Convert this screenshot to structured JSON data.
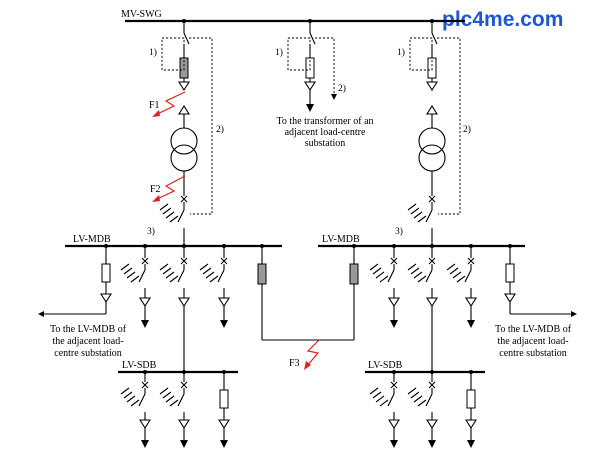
{
  "watermark": "plc4me.com",
  "labels": {
    "mv_swg": "MV-SWG",
    "lv_mdb_left": "LV-MDB",
    "lv_mdb_right": "LV-MDB",
    "lv_sdb_left": "LV-SDB",
    "lv_sdb_right": "LV-SDB",
    "f1": "F1",
    "f2": "F2",
    "f3": "F3",
    "note1": "1)",
    "note2": "2)",
    "note3": "3)",
    "transformer_note": [
      "To the transformer of an",
      "adjacent load-centre",
      "substation"
    ],
    "left_note": [
      "To the LV-MDB of",
      "the adjacent load-",
      "centre substation"
    ],
    "right_note": [
      "To the LV-MDB of",
      "the adjacent load-",
      "centre substation"
    ]
  },
  "colors": {
    "watermark": "#1f56d8",
    "fault": "#e0201b",
    "line": "#000000",
    "grey_fuse": "#999999"
  }
}
